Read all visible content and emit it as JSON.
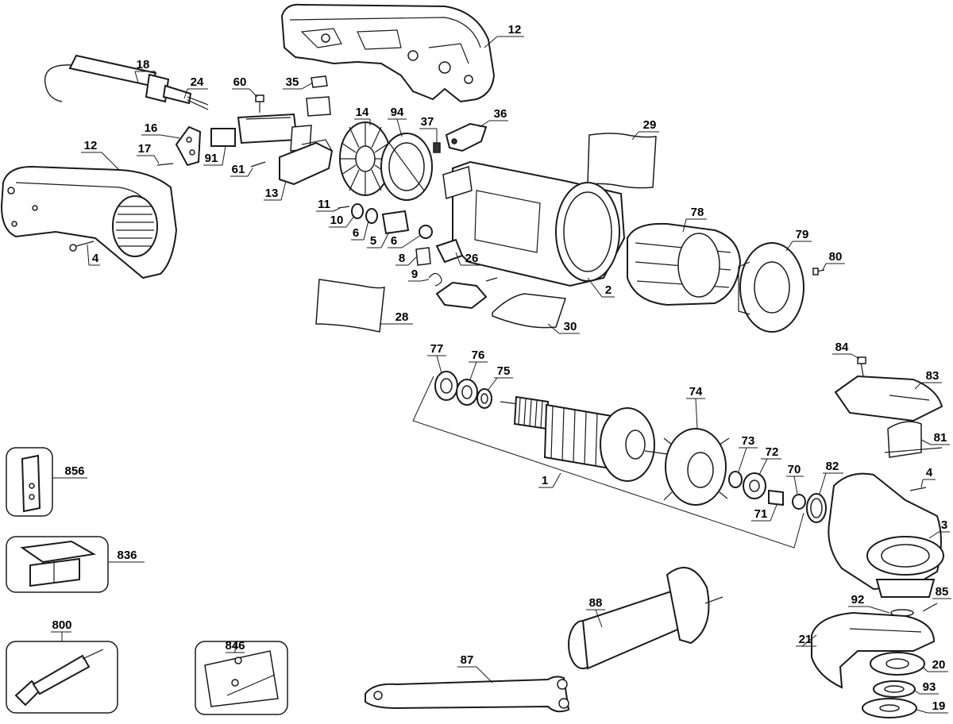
{
  "callouts": [
    {
      "label": "12"
    },
    {
      "label": "18"
    },
    {
      "label": "24"
    },
    {
      "label": "60"
    },
    {
      "label": "35"
    },
    {
      "label": "14"
    },
    {
      "label": "94"
    },
    {
      "label": "37"
    },
    {
      "label": "36"
    },
    {
      "label": "16"
    },
    {
      "label": "12"
    },
    {
      "label": "17"
    },
    {
      "label": "91"
    },
    {
      "label": "61"
    },
    {
      "label": "13"
    },
    {
      "label": "29"
    },
    {
      "label": "11"
    },
    {
      "label": "10"
    },
    {
      "label": "6"
    },
    {
      "label": "5"
    },
    {
      "label": "6"
    },
    {
      "label": "78"
    },
    {
      "label": "79"
    },
    {
      "label": "80"
    },
    {
      "label": "4"
    },
    {
      "label": "8"
    },
    {
      "label": "26"
    },
    {
      "label": "9"
    },
    {
      "label": "2"
    },
    {
      "label": "28"
    },
    {
      "label": "30"
    },
    {
      "label": "77"
    },
    {
      "label": "76"
    },
    {
      "label": "75"
    },
    {
      "label": "84"
    },
    {
      "label": "83"
    },
    {
      "label": "74"
    },
    {
      "label": "73"
    },
    {
      "label": "72"
    },
    {
      "label": "81"
    },
    {
      "label": "70"
    },
    {
      "label": "82"
    },
    {
      "label": "4"
    },
    {
      "label": "1"
    },
    {
      "label": "71"
    },
    {
      "label": "3"
    },
    {
      "label": "856"
    },
    {
      "label": "836"
    },
    {
      "label": "85"
    },
    {
      "label": "92"
    },
    {
      "label": "88"
    },
    {
      "label": "21"
    },
    {
      "label": "800"
    },
    {
      "label": "846"
    },
    {
      "label": "87"
    },
    {
      "label": "20"
    },
    {
      "label": "93"
    },
    {
      "label": "19"
    }
  ]
}
